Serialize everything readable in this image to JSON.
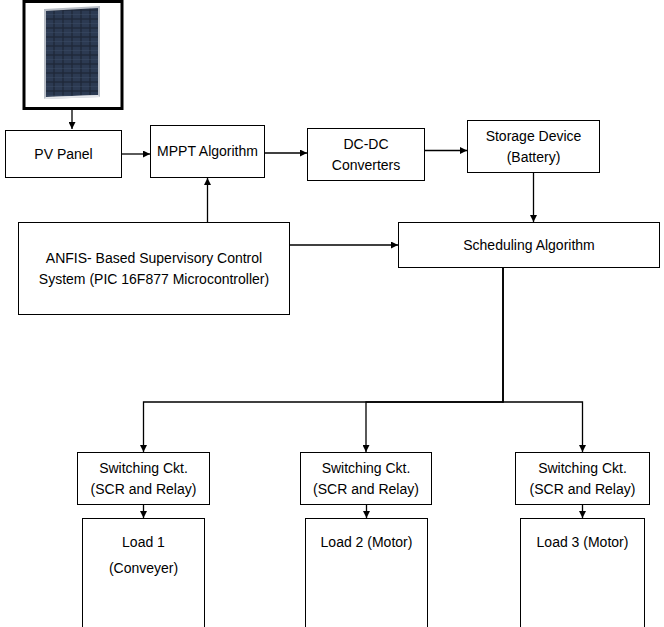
{
  "diagram": {
    "nodes": [
      {
        "text": [
          "PV Panel"
        ]
      },
      {
        "text": [
          "MPPT Algorithm"
        ]
      },
      {
        "text": [
          "DC-DC Converters"
        ]
      },
      {
        "text": [
          "Storage Device (Battery)"
        ]
      },
      {
        "text": [
          "ANFIS- Based Supervisory Control System (PIC 16F877 Microcontroller)"
        ]
      },
      {
        "text": [
          "Scheduling Algorithm"
        ]
      },
      {
        "text": [
          "Switching Ckt. (SCR and Relay)"
        ]
      },
      {
        "text": [
          "Switching Ckt. (SCR and Relay)"
        ]
      },
      {
        "text": [
          "Switching Ckt. (SCR and Relay)"
        ]
      },
      {
        "text": [
          "Load 1 (Conveyer)"
        ]
      },
      {
        "text": [
          "Load 2 (Motor)"
        ]
      },
      {
        "text": [
          "Load 3 (Motor)"
        ]
      }
    ],
    "edges": [
      {
        "from": 0,
        "to": 1,
        "arrow": "to"
      },
      {
        "from": 1,
        "to": 2,
        "arrow": "to"
      },
      {
        "from": 2,
        "to": 3,
        "arrow": "to"
      },
      {
        "from": 4,
        "to": 1,
        "arrow": "to"
      },
      {
        "from": 4,
        "to": 5,
        "arrow": "to"
      },
      {
        "from": 3,
        "to": 5,
        "arrow": "to"
      },
      {
        "from": 5,
        "to": 6,
        "arrow": "to"
      },
      {
        "from": 5,
        "to": 7,
        "arrow": "to"
      },
      {
        "from": 5,
        "to": 8,
        "arrow": "to"
      },
      {
        "from": 6,
        "to": 9,
        "arrow": "to"
      },
      {
        "from": 7,
        "to": 10,
        "arrow": "to"
      },
      {
        "from": 8,
        "to": 11,
        "arrow": "to"
      }
    ]
  }
}
